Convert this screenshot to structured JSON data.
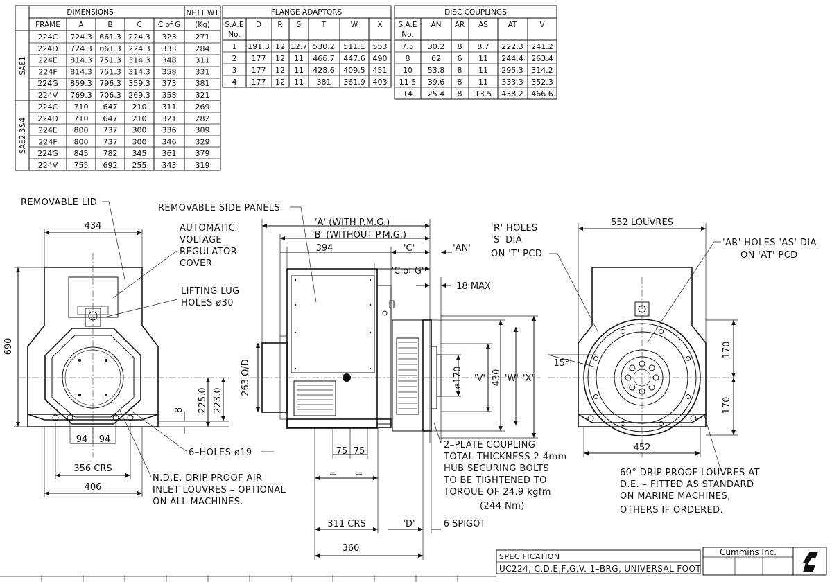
{
  "dimensions_table": {
    "title": "DIMENSIONS",
    "nett_wt_title": "NETT WT",
    "headers": [
      "FRAME",
      "A",
      "B",
      "C",
      "C of G",
      "(Kg)"
    ],
    "group1": "SAE1",
    "group2": "SAE2,3&4",
    "rows_sae1": [
      [
        "224C",
        "724.3",
        "661.3",
        "224.3",
        "323",
        "271"
      ],
      [
        "224D",
        "724.3",
        "661.3",
        "224.3",
        "333",
        "284"
      ],
      [
        "224E",
        "814.3",
        "751.3",
        "314.3",
        "348",
        "311"
      ],
      [
        "224F",
        "814.3",
        "751.3",
        "314.3",
        "358",
        "331"
      ],
      [
        "224G",
        "859.3",
        "796.3",
        "359.3",
        "373",
        "381"
      ],
      [
        "224V",
        "769.3",
        "706.3",
        "269.3",
        "358",
        "321"
      ]
    ],
    "rows_sae234": [
      [
        "224C",
        "710",
        "647",
        "210",
        "311",
        "269"
      ],
      [
        "224D",
        "710",
        "647",
        "210",
        "321",
        "282"
      ],
      [
        "224E",
        "800",
        "737",
        "300",
        "336",
        "309"
      ],
      [
        "224F",
        "800",
        "737",
        "300",
        "346",
        "329"
      ],
      [
        "224G",
        "845",
        "782",
        "345",
        "361",
        "379"
      ],
      [
        "224V",
        "755",
        "692",
        "255",
        "343",
        "319"
      ]
    ]
  },
  "flange_table": {
    "title": "FLANGE ADAPTORS",
    "headers": [
      "S.A.E",
      "D",
      "R",
      "S",
      "T",
      "W",
      "X"
    ],
    "subheader": "No.",
    "rows": [
      [
        "1",
        "191.3",
        "12",
        "12.7",
        "530.2",
        "511.1",
        "553"
      ],
      [
        "2",
        "177",
        "12",
        "11",
        "466.7",
        "447.6",
        "490"
      ],
      [
        "3",
        "177",
        "12",
        "11",
        "428.6",
        "409.5",
        "451"
      ],
      [
        "4",
        "177",
        "12",
        "11",
        "381",
        "361.9",
        "403"
      ]
    ]
  },
  "disc_table": {
    "title": "DISC COUPLINGS",
    "headers": [
      "S.A.E",
      "AN",
      "AR",
      "AS",
      "AT",
      "V"
    ],
    "subheader": "No.",
    "rows": [
      [
        "7.5",
        "30.2",
        "8",
        "8.7",
        "222.3",
        "241.2"
      ],
      [
        "8",
        "62",
        "6",
        "11",
        "244.4",
        "263.4"
      ],
      [
        "10",
        "53.8",
        "8",
        "11",
        "295.3",
        "314.2"
      ],
      [
        "11.5",
        "39.6",
        "8",
        "11",
        "333.3",
        "352.3"
      ],
      [
        "14",
        "25.4",
        "8",
        "13.5",
        "438.2",
        "466.6"
      ]
    ]
  },
  "labels": {
    "removable_lid": "REMOVABLE LID",
    "avr_1": "AUTOMATIC",
    "avr_2": "VOLTAGE",
    "avr_3": "REGULATOR",
    "avr_4": "COVER",
    "lifting_1": "LIFTING LUG",
    "lifting_2": "HOLES ø30",
    "side_panels": "REMOVABLE SIDE PANELS",
    "six_holes": "6–HOLES ø19",
    "nde_1": "N.D.E. DRIP PROOF AIR",
    "nde_2": "INLET LOUVRES – OPTIONAL",
    "nde_3": "ON ALL MACHINES.",
    "coupling_1": "2–PLATE COUPLING",
    "coupling_2": "TOTAL THICKNESS 2.4mm",
    "coupling_3": "HUB SECURING BOLTS",
    "coupling_4": "TO BE TIGHTENED TO",
    "coupling_5": "TORQUE OF 24.9 kgfm",
    "coupling_6": "(244 Nm)",
    "r_holes": "'R' HOLES",
    "s_dia": "'S' DIA",
    "on_t_pcd": "ON 'T' PCD",
    "ar_holes": "'AR' HOLES 'AS' DIA",
    "on_at_pcd": "ON 'AT' PCD",
    "de_1": "60° DRIP PROOF LOUVRES AT",
    "de_2": "D.E. – FITTED AS STANDARD",
    "de_3": "ON MARINE MACHINES,",
    "de_4": "OTHERS IF ORDERED."
  },
  "dims": {
    "d434": "434",
    "d690": "690",
    "d8": "8",
    "d225": "225.0",
    "d223": "223.0",
    "d94a": "94",
    "d94b": "94",
    "d356": "356 CRS",
    "d406": "406",
    "a_pmg": "'A' (WITH P.M.G.)",
    "b_pmg": "'B' (WITHOUT P.M.G.)",
    "d394": "394",
    "c": "'C'",
    "an": "'AN'",
    "cofg": "'C of G'",
    "max18": "18 MAX",
    "d263": "263 O/D",
    "d170dia": "ø170",
    "v": "'V'",
    "d430": "430",
    "w": "'W'",
    "x": "'X'",
    "d75a": "75",
    "d75b": "75",
    "eq1": "=",
    "eq2": "=",
    "d311": "311 CRS",
    "d_d": "'D'",
    "spigot": "6 SPIGOT",
    "d360": "360",
    "louvres552": "552 LOUVRES",
    "deg15": "15°",
    "d170a": "170",
    "d170b": "170",
    "d452": "452"
  },
  "title_block": {
    "spec_label": "SPECIFICATION",
    "spec_value": "UC224, C,D,E,F,G,V. 1–BRG, UNIVERSAL FOOT",
    "company": "Cummins Inc."
  }
}
